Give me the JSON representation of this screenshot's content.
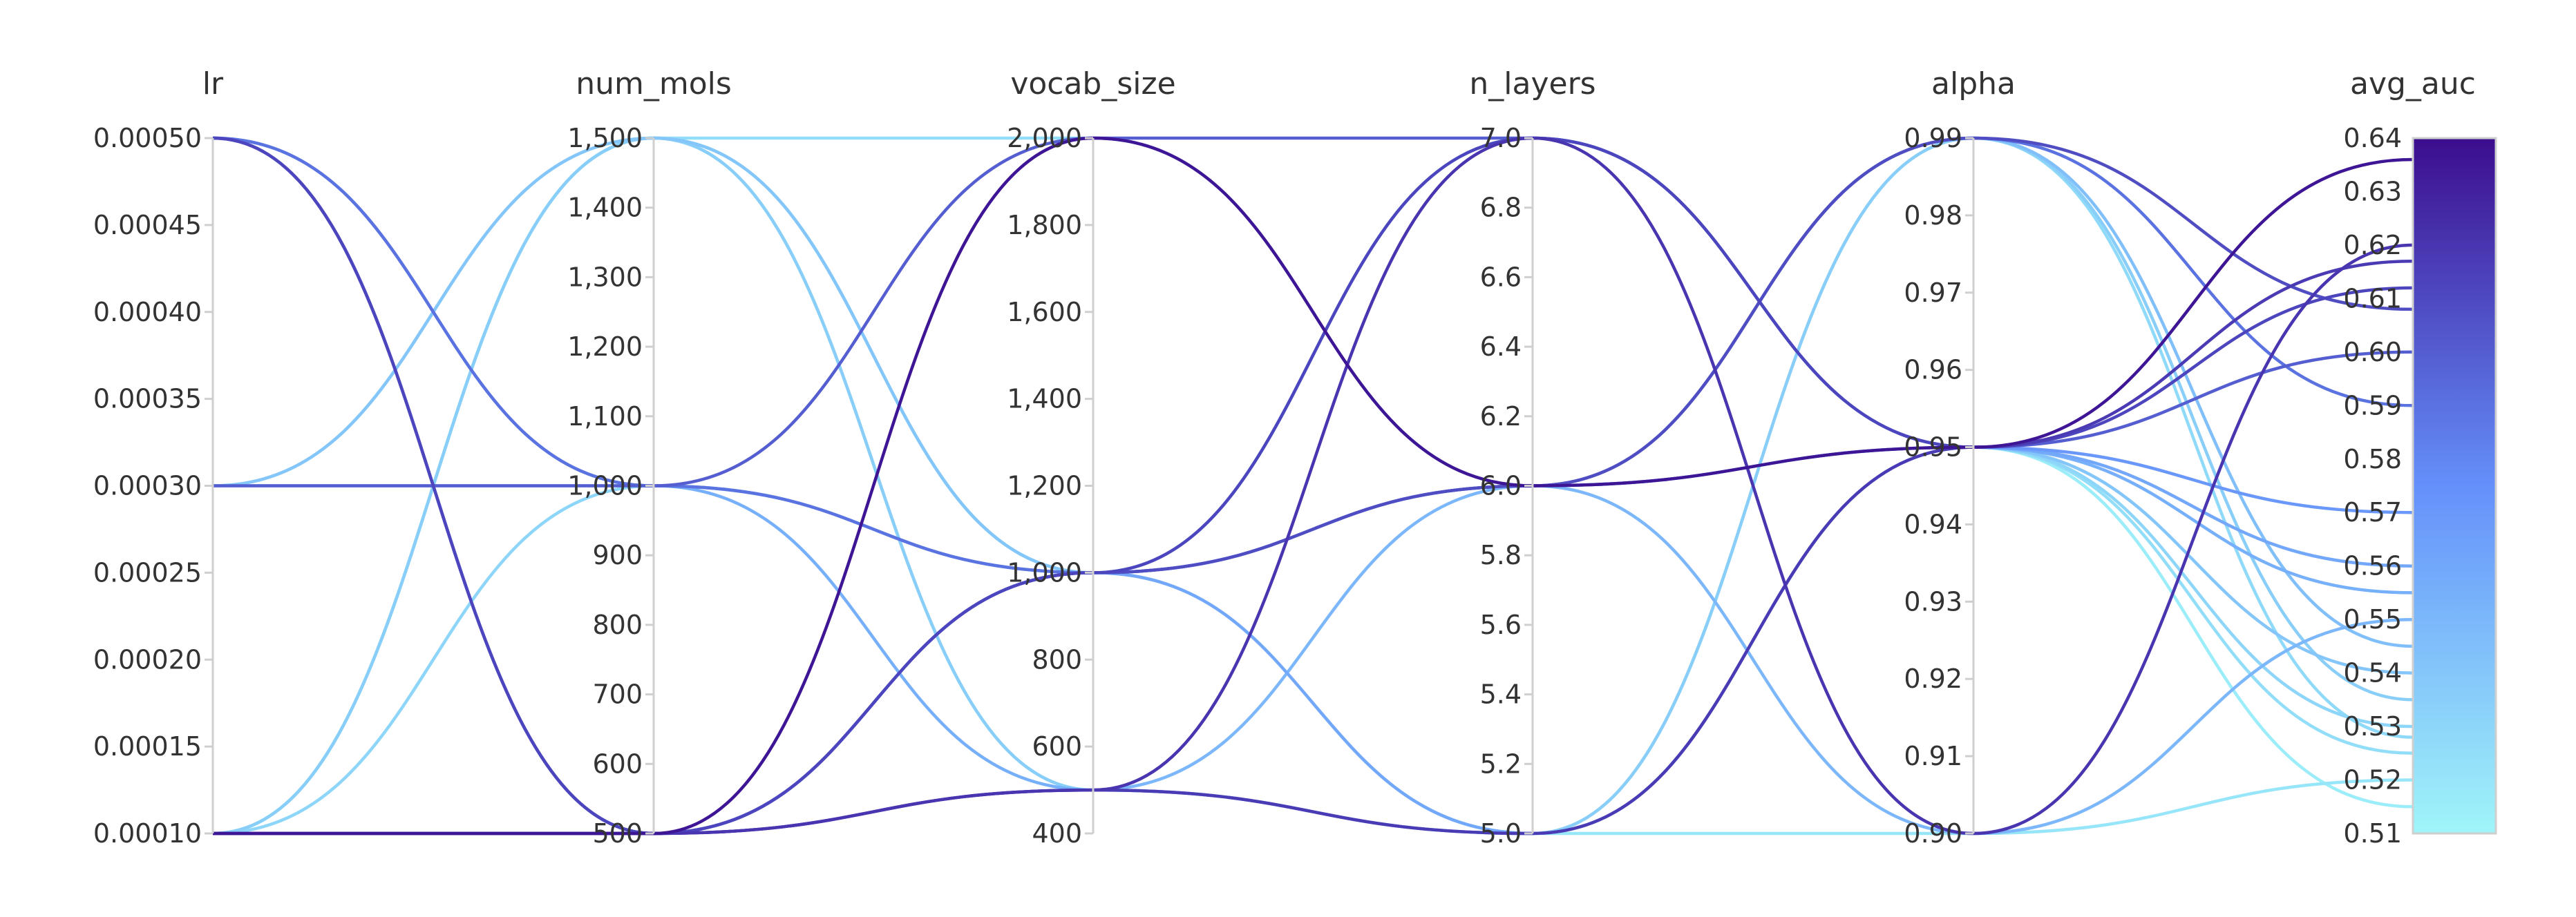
{
  "chart_data": {
    "type": "parallel_coordinates",
    "title": "",
    "axes": [
      {
        "key": "lr",
        "label": "lr",
        "range": [
          0.0001,
          0.0005
        ],
        "ticks": [
          "0.00010",
          "0.00015",
          "0.00020",
          "0.00025",
          "0.00030",
          "0.00035",
          "0.00040",
          "0.00045",
          "0.00050"
        ],
        "tick_values": [
          0.0001,
          0.00015,
          0.0002,
          0.00025,
          0.0003,
          0.00035,
          0.0004,
          0.00045,
          0.0005
        ]
      },
      {
        "key": "num_mols",
        "label": "num_mols",
        "range": [
          500,
          1500
        ],
        "ticks": [
          "500",
          "600",
          "700",
          "800",
          "900",
          "1,000",
          "1,100",
          "1,200",
          "1,300",
          "1,400",
          "1,500"
        ],
        "tick_values": [
          500,
          600,
          700,
          800,
          900,
          1000,
          1100,
          1200,
          1300,
          1400,
          1500
        ]
      },
      {
        "key": "vocab_size",
        "label": "vocab_size",
        "range": [
          400,
          2000
        ],
        "ticks": [
          "400",
          "600",
          "800",
          "1,000",
          "1,200",
          "1,400",
          "1,600",
          "1,800",
          "2,000"
        ],
        "tick_values": [
          400,
          600,
          800,
          1000,
          1200,
          1400,
          1600,
          1800,
          2000
        ]
      },
      {
        "key": "n_layers",
        "label": "n_layers",
        "range": [
          5.0,
          7.0
        ],
        "ticks": [
          "5.0",
          "5.2",
          "5.4",
          "5.6",
          "5.8",
          "6.0",
          "6.2",
          "6.4",
          "6.6",
          "6.8",
          "7.0"
        ],
        "tick_values": [
          5.0,
          5.2,
          5.4,
          5.6,
          5.8,
          6.0,
          6.2,
          6.4,
          6.6,
          6.8,
          7.0
        ]
      },
      {
        "key": "alpha",
        "label": "alpha",
        "range": [
          0.9,
          0.99
        ],
        "ticks": [
          "0.90",
          "0.91",
          "0.92",
          "0.93",
          "0.94",
          "0.95",
          "0.96",
          "0.97",
          "0.98",
          "0.99"
        ],
        "tick_values": [
          0.9,
          0.91,
          0.92,
          0.93,
          0.94,
          0.95,
          0.96,
          0.97,
          0.98,
          0.99
        ]
      },
      {
        "key": "avg_auc",
        "label": "avg_auc",
        "range": [
          0.51,
          0.64
        ],
        "ticks": [
          "0.51",
          "0.52",
          "0.53",
          "0.54",
          "0.55",
          "0.56",
          "0.57",
          "0.58",
          "0.59",
          "0.60",
          "0.61",
          "0.62",
          "0.63",
          "0.64"
        ],
        "tick_values": [
          0.51,
          0.52,
          0.53,
          0.54,
          0.55,
          0.56,
          0.57,
          0.58,
          0.59,
          0.6,
          0.61,
          0.62,
          0.63,
          0.64
        ]
      }
    ],
    "colorscale": {
      "key": "avg_auc",
      "low": "#a0f5f9",
      "mid": "#6490fa",
      "high": "#3c0d8e"
    },
    "runs": [
      {
        "lr": 0.0001,
        "num_mols": 500,
        "vocab_size": 2000,
        "n_layers": 6.0,
        "alpha": 0.95,
        "avg_auc": 0.636
      },
      {
        "lr": 0.0001,
        "num_mols": 500,
        "vocab_size": 500,
        "n_layers": 7.0,
        "alpha": 0.9,
        "avg_auc": 0.62
      },
      {
        "lr": 0.0001,
        "num_mols": 500,
        "vocab_size": 500,
        "n_layers": 5.0,
        "alpha": 0.95,
        "avg_auc": 0.617
      },
      {
        "lr": 0.0005,
        "num_mols": 500,
        "vocab_size": 1000,
        "n_layers": 7.0,
        "alpha": 0.95,
        "avg_auc": 0.612
      },
      {
        "lr": 0.0005,
        "num_mols": 500,
        "vocab_size": 1000,
        "n_layers": 6.0,
        "alpha": 0.99,
        "avg_auc": 0.608
      },
      {
        "lr": 0.0003,
        "num_mols": 1000,
        "vocab_size": 2000,
        "n_layers": 7.0,
        "alpha": 0.95,
        "avg_auc": 0.6
      },
      {
        "lr": 0.0005,
        "num_mols": 1000,
        "vocab_size": 1000,
        "n_layers": 6.0,
        "alpha": 0.99,
        "avg_auc": 0.59
      },
      {
        "lr": 0.0001,
        "num_mols": 500,
        "vocab_size": 1000,
        "n_layers": 6.0,
        "alpha": 0.95,
        "avg_auc": 0.57
      },
      {
        "lr": 0.0005,
        "num_mols": 500,
        "vocab_size": 1000,
        "n_layers": 5.0,
        "alpha": 0.95,
        "avg_auc": 0.56
      },
      {
        "lr": 0.0005,
        "num_mols": 1000,
        "vocab_size": 500,
        "n_layers": 5.0,
        "alpha": 0.95,
        "avg_auc": 0.555
      },
      {
        "lr": 0.0001,
        "num_mols": 500,
        "vocab_size": 500,
        "n_layers": 6.0,
        "alpha": 0.9,
        "avg_auc": 0.55
      },
      {
        "lr": 0.0003,
        "num_mols": 1000,
        "vocab_size": 1000,
        "n_layers": 6.0,
        "alpha": 0.99,
        "avg_auc": 0.545
      },
      {
        "lr": 0.0003,
        "num_mols": 1500,
        "vocab_size": 1000,
        "n_layers": 6.0,
        "alpha": 0.95,
        "avg_auc": 0.54
      },
      {
        "lr": 0.0001,
        "num_mols": 1500,
        "vocab_size": 500,
        "n_layers": 5.0,
        "alpha": 0.99,
        "avg_auc": 0.535
      },
      {
        "lr": 0.0001,
        "num_mols": 1000,
        "vocab_size": 1000,
        "n_layers": 7.0,
        "alpha": 0.95,
        "avg_auc": 0.53
      },
      {
        "lr": 0.0003,
        "num_mols": 1500,
        "vocab_size": 1000,
        "n_layers": 5.0,
        "alpha": 0.99,
        "avg_auc": 0.528
      },
      {
        "lr": 0.0001,
        "num_mols": 1500,
        "vocab_size": 2000,
        "n_layers": 6.0,
        "alpha": 0.95,
        "avg_auc": 0.525
      },
      {
        "lr": 0.0001,
        "num_mols": 1500,
        "vocab_size": 500,
        "n_layers": 5.0,
        "alpha": 0.9,
        "avg_auc": 0.52
      },
      {
        "lr": 0.0001,
        "num_mols": 1500,
        "vocab_size": 1000,
        "n_layers": 7.0,
        "alpha": 0.95,
        "avg_auc": 0.515
      }
    ]
  }
}
